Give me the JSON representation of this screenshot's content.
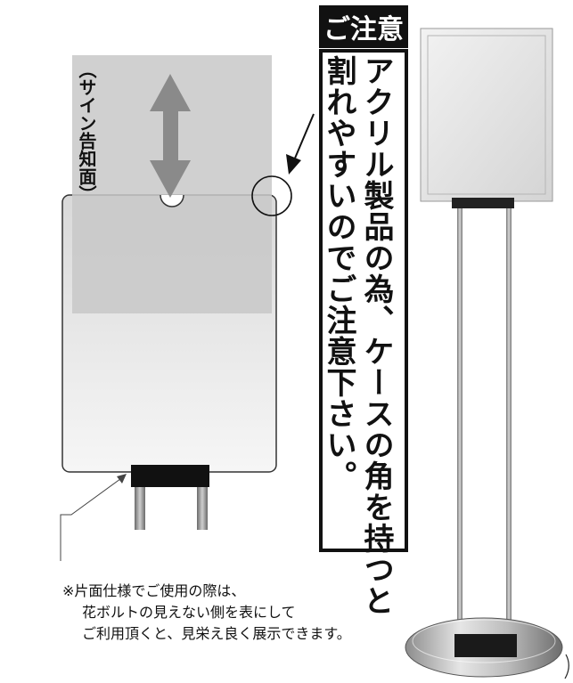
{
  "caution": {
    "tag": "ご注意",
    "line1": "アクリル製品の為、ケースの角を持つと",
    "line2": "割れやすいのでご注意下さい。"
  },
  "sign_label": "（サイン告知面）",
  "note": {
    "line1": "※片面仕様でご使用の際は、",
    "line2": "花ボルトの見えない側を表にして",
    "line3": "ご利用頂くと、見栄え良く展示できます。"
  }
}
